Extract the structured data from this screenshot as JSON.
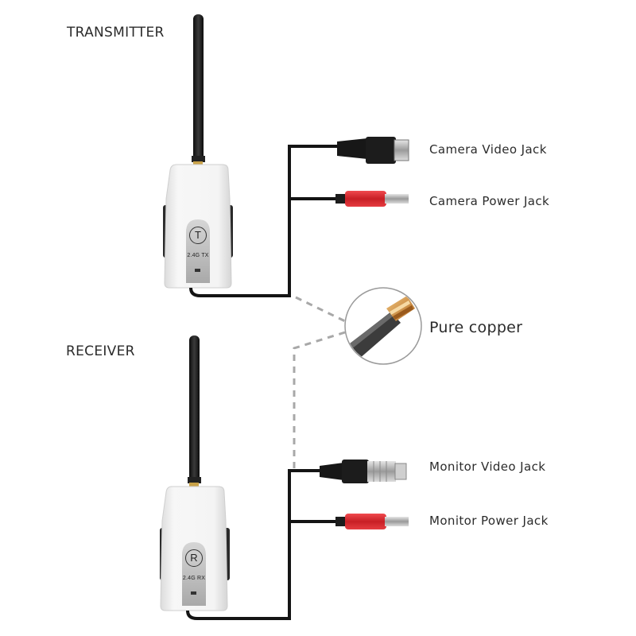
{
  "transmitter": {
    "heading": "TRANSMITTER",
    "badge_letter": "T",
    "model": "2.4G TX",
    "video_jack_label": "Camera Video Jack",
    "power_jack_label": "Camera Power Jack"
  },
  "receiver": {
    "heading": "RECEIVER",
    "badge_letter": "R",
    "model": "2.4G RX",
    "video_jack_label": "Monitor Video Jack",
    "power_jack_label": "Monitor Power Jack"
  },
  "callout": {
    "label": "Pure copper"
  },
  "colors": {
    "background": "#ffffff",
    "housing": "#f2f2f2",
    "cable": "#141414",
    "red_connector": "#d8262b",
    "copper": "#c98a3a",
    "dashed_line": "#a8a8a8"
  }
}
